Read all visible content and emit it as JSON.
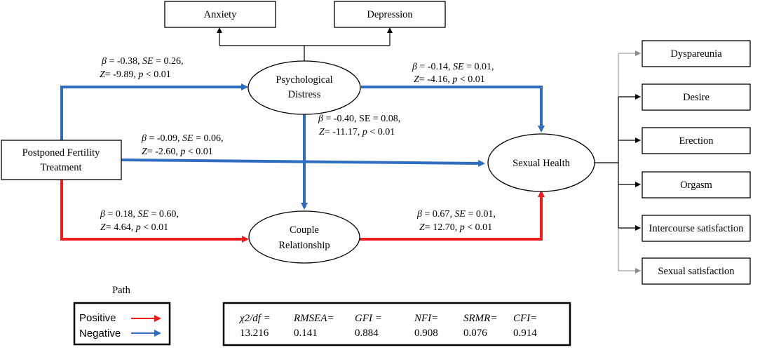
{
  "colors": {
    "positive": "#ee1c1c",
    "negative": "#2e6dbf"
  },
  "nodes": {
    "anxiety": "Anxiety",
    "depression": "Depression",
    "psych_1": "Psychological",
    "psych_2": "Distress",
    "pft_1": "Postponed Fertility",
    "pft_2": "Treatment",
    "couple_1": "Couple",
    "couple_2": "Relationship",
    "sexual_health": "Sexual Health",
    "outcomes": [
      "Dyspareunia",
      "Desire",
      "Erection",
      "Orgasm",
      "Intercourse satisfaction",
      "Sexual satisfaction"
    ]
  },
  "paths": {
    "pft_psych": {
      "beta": "β",
      "l1": " = -0.38, ",
      "se": "SE",
      "l1b": " = 0.26,",
      "z": "Z",
      "l2": "= -9.89, ",
      "p": "p",
      "l2b": " < 0.01"
    },
    "psych_sh": {
      "beta": "β",
      "l1": " = -0.14, ",
      "se": "SE",
      "l1b": " = 0.01,",
      "z": "Z",
      "l2": "= -4.16, ",
      "p": "p",
      "l2b": " < 0.01"
    },
    "psych_couple": {
      "beta": "β",
      "l1": " = -0.40, SE = 0.08,",
      "z": "Z",
      "l2": "= -11.17, ",
      "p": "p",
      "l2b": " < 0.01"
    },
    "pft_sh": {
      "beta": "β",
      "l1": " = -0.09, ",
      "se": "SE",
      "l1b": " = 0.06,",
      "z": "Z",
      "l2": "= -2.60, ",
      "p": "p",
      "l2b": " < 0.01"
    },
    "pft_couple": {
      "beta": "β",
      "l1": " = 0.18, ",
      "se": "SE",
      "l1b": " = 0.60,",
      "z": "Z",
      "l2": "= 4.64, ",
      "p": "p",
      "l2b": " < 0.01"
    },
    "couple_sh": {
      "beta": "β",
      "l1": " = 0.67, ",
      "se": "SE",
      "l1b": " = 0.01,",
      "z": "Z",
      "l2": "= 12.70, ",
      "p": "p",
      "l2b": " < 0.01"
    }
  },
  "legend": {
    "title": "Path",
    "positive": "Positive",
    "negative": "Negative"
  },
  "fit": {
    "labels": [
      "χ2/df =",
      "RMSEA=",
      "GFI =",
      "NFI=",
      "SRMR=",
      "CFI="
    ],
    "values": [
      "13.216",
      "0.141",
      "0.884",
      "0.908",
      "0.076",
      "0.914"
    ]
  }
}
